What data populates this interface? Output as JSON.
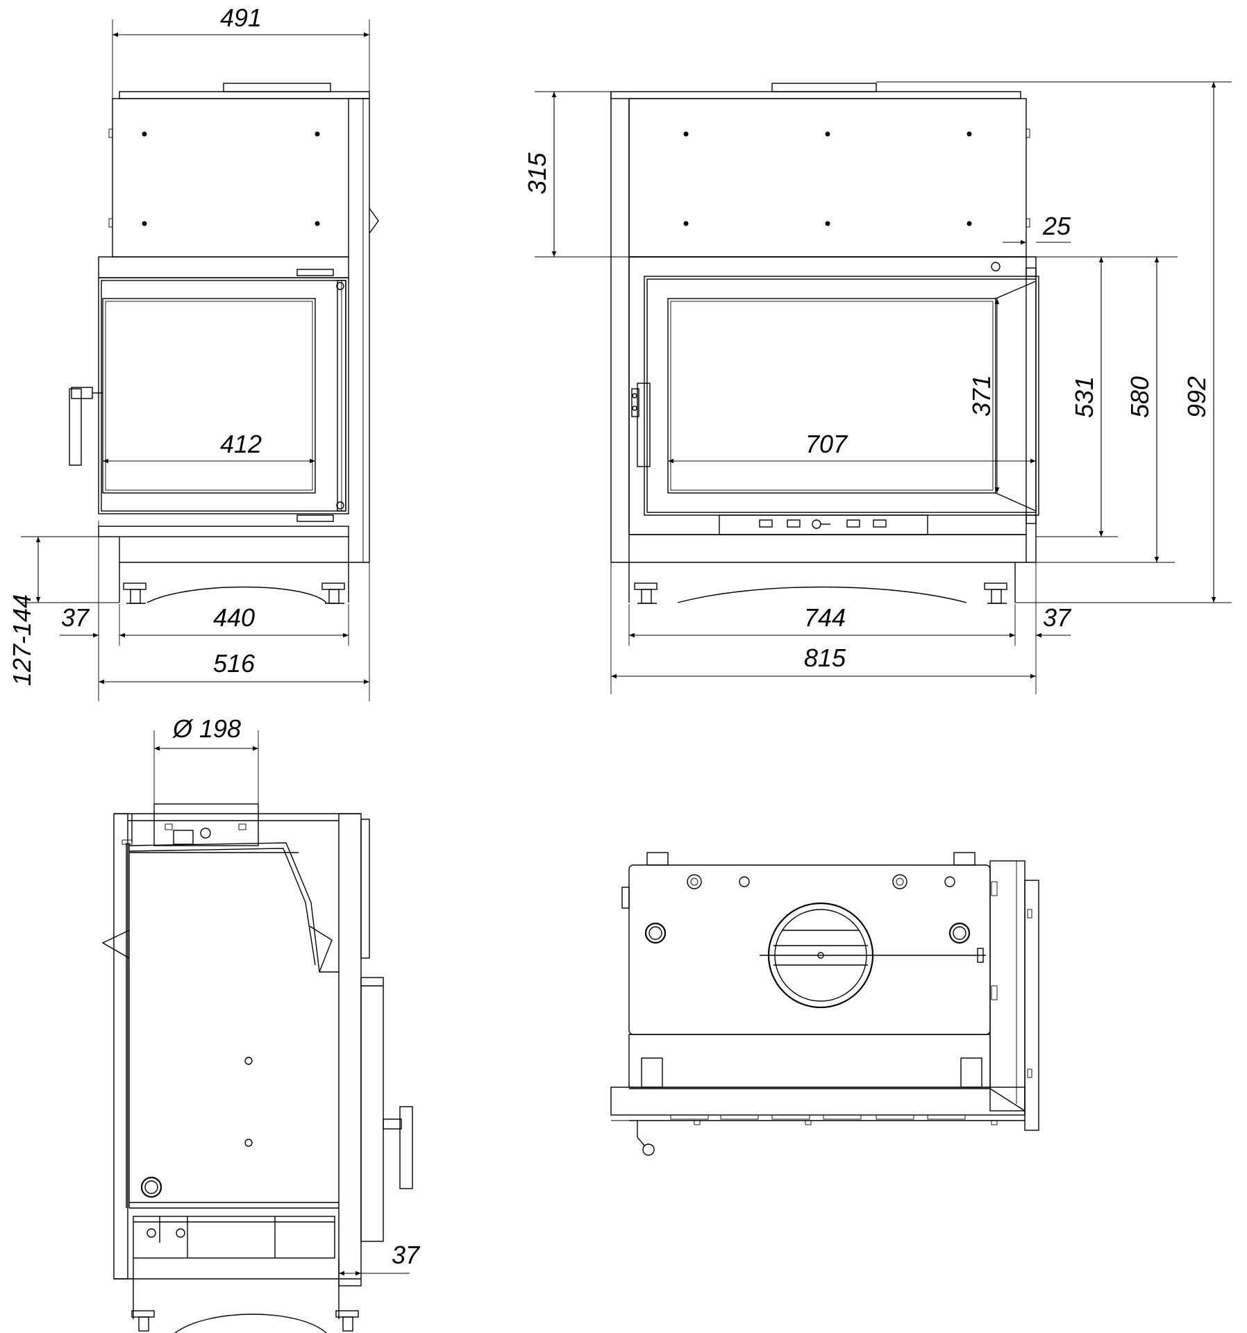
{
  "dimensions": {
    "front_overall_width": "491",
    "front_glass_width": "412",
    "front_base_width": "440",
    "front_total_width": "516",
    "front_side_offset": "37",
    "leg_height_range": "127-144",
    "side_top_height": "315",
    "side_top_offset": "25",
    "side_glass_height": "371",
    "side_glass_width": "707",
    "side_door_height": "531",
    "side_base_height": "580",
    "side_total_height": "992",
    "side_base_width": "744",
    "side_right_offset": "37",
    "side_total_width": "815",
    "flue_diameter": "Ø 198",
    "section_offset": "37"
  },
  "views": [
    "front-view",
    "side-view",
    "section-view",
    "top-view"
  ]
}
